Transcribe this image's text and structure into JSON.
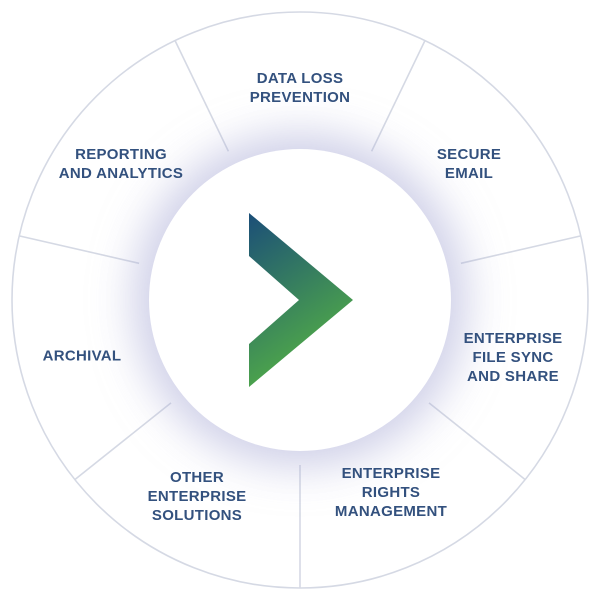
{
  "diagram": {
    "type": "segmented-wheel",
    "segment_count": 7,
    "center_icon": "chevron-right-icon",
    "colors": {
      "label_text": "#33517e",
      "wheel_line": "#d5d9e4",
      "center_glow": "#a7aad6",
      "chevron_gradient_start": "#1b4e78",
      "chevron_gradient_end": "#52ae46"
    },
    "segments": [
      {
        "id": "data-loss-prevention",
        "position": "top",
        "label": "DATA LOSS\nPREVENTION"
      },
      {
        "id": "secure-email",
        "position": "upper-right",
        "label": "SECURE\nEMAIL"
      },
      {
        "id": "enterprise-file-sync-share",
        "position": "right",
        "label": "ENTERPRISE\nFILE SYNC\nAND SHARE"
      },
      {
        "id": "enterprise-rights-management",
        "position": "bottom-right",
        "label": "ENTERPRISE\nRIGHTS\nMANAGEMENT"
      },
      {
        "id": "other-enterprise-solutions",
        "position": "bottom-left",
        "label": "OTHER\nENTERPRISE\nSOLUTIONS"
      },
      {
        "id": "archival",
        "position": "left",
        "label": "ARCHIVAL"
      },
      {
        "id": "reporting-and-analytics",
        "position": "upper-left",
        "label": "REPORTING\nAND ANALYTICS"
      }
    ]
  }
}
